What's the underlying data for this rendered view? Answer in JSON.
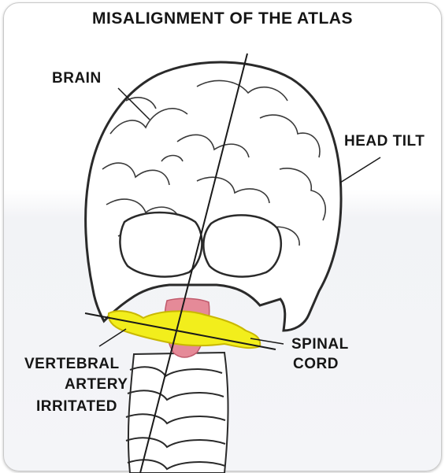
{
  "title": "MISALIGNMENT OF THE ATLAS",
  "labels": {
    "brain": "BRAIN",
    "head_tilt": "HEAD TILT",
    "spinal_line1": "SPINAL",
    "spinal_line2": "CORD",
    "vertebral_line1": "VERTEBRAL",
    "vertebral_line2": "ARTERY",
    "vertebral_line3": "IRRITATED"
  },
  "colors": {
    "atlas_highlight": "#f2ee1c",
    "spinal_cord": "#e58a98",
    "line_art": "#2a2a2a",
    "background": "#ffffff"
  }
}
